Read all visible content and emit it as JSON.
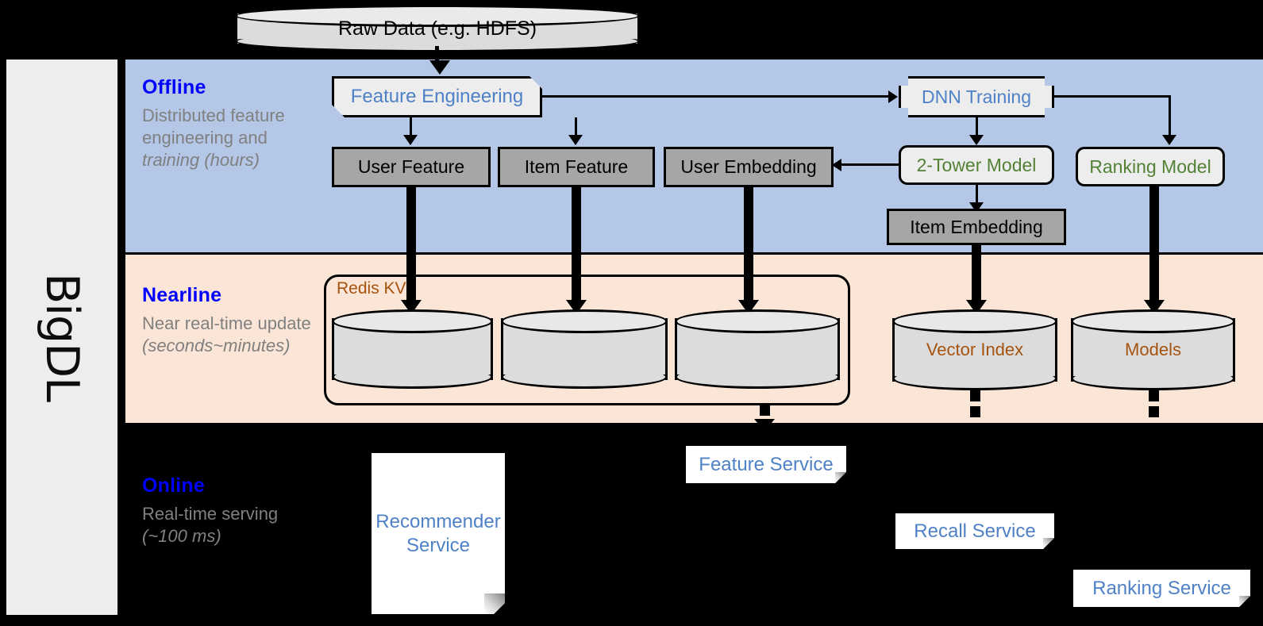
{
  "sidebar": {
    "label": "BigDL"
  },
  "source": {
    "raw_data": "Raw Data (e.g. HDFS)"
  },
  "bands": {
    "offline": {
      "title": "Offline",
      "subtitle_line1": "Distributed feature engineering and ",
      "subtitle_em": "training (hours)"
    },
    "nearline": {
      "title": "Nearline",
      "subtitle_line1": "Near real-time update ",
      "subtitle_em": "(seconds~minutes)"
    },
    "online": {
      "title": "Online",
      "subtitle_line1": "Real-time serving ",
      "subtitle_em": "(~100 ms)"
    }
  },
  "offline": {
    "feature_engineering": "Feature Engineering",
    "dnn_training": "DNN Training",
    "user_feature": "User Feature",
    "item_feature": "Item Feature",
    "user_embedding": "User Embedding",
    "two_tower_model": "2-Tower Model",
    "ranking_model": "Ranking Model",
    "item_embedding": "Item Embedding"
  },
  "nearline": {
    "redis_kv": "Redis KV",
    "vector_index": "Vector Index",
    "models": "Models"
  },
  "online": {
    "recommender_service": "Recommender Service",
    "feature_service": "Feature Service",
    "recall_service": "Recall Service",
    "ranking_service": "Ranking Service"
  },
  "colors": {
    "offline_band": "#b4c7e7",
    "nearline_band": "#fbe5d6",
    "online_band": "#000000",
    "band_title": "#0000ff",
    "band_subtitle": "#808080",
    "model_green": "#538135",
    "service_blue": "#4f81c7",
    "store_brown": "#a5530f",
    "gray_box": "#a6a6a6",
    "light_box": "#ededed",
    "sidebar": "#ededed"
  }
}
